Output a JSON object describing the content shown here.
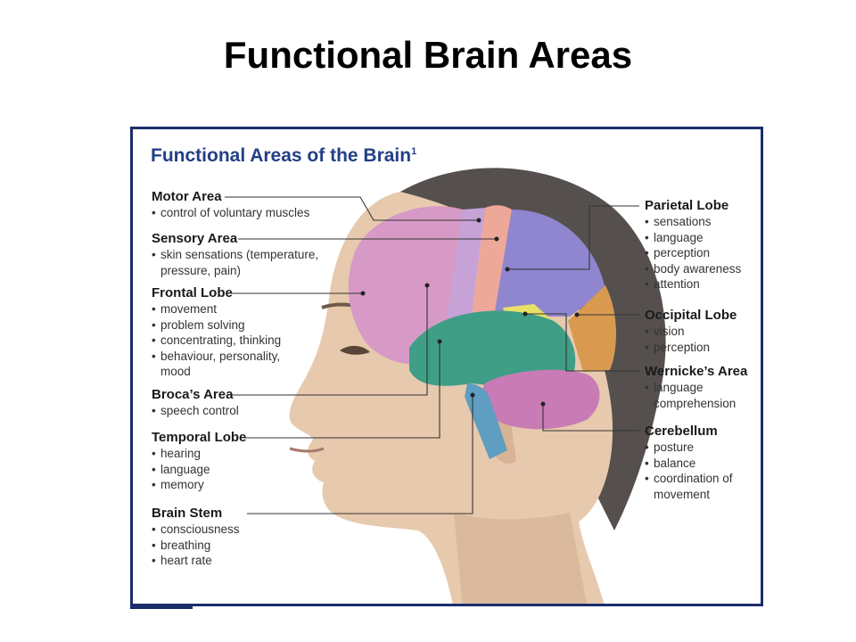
{
  "slide": {
    "title": "Functional Brain Areas"
  },
  "figure": {
    "title": "Functional Areas of the Brain",
    "title_superscript": "1",
    "left_labels": [
      {
        "name": "Motor Area",
        "items": [
          "control of voluntary muscles"
        ]
      },
      {
        "name": "Sensory Area",
        "items": [
          "skin sensations (temperature, pressure, pain)"
        ]
      },
      {
        "name": "Frontal Lobe",
        "items": [
          "movement",
          "problem solving",
          "concentrating, thinking",
          "behaviour, personality, mood"
        ]
      },
      {
        "name": "Broca’s Area",
        "items": [
          "speech control"
        ]
      },
      {
        "name": "Temporal Lobe",
        "items": [
          "hearing",
          "language",
          "memory"
        ]
      },
      {
        "name": "Brain Stem",
        "items": [
          "consciousness",
          "breathing",
          "heart rate"
        ]
      }
    ],
    "right_labels": [
      {
        "name": "Parietal Lobe",
        "items": [
          "sensations",
          "language",
          "perception",
          "body awareness",
          "attention"
        ]
      },
      {
        "name": "Occipital Lobe",
        "items": [
          "vision",
          "perception"
        ]
      },
      {
        "name": "Wernicke’s Area",
        "items": [
          "language comprehension"
        ]
      },
      {
        "name": "Cerebellum",
        "items": [
          "posture",
          "balance",
          "coordination of movement"
        ]
      }
    ],
    "colors": {
      "frame": "#1b2d6b",
      "title": "#233f86",
      "frontal_lobe": "#d79ac6",
      "motor_area": "#c6a2d7",
      "sensory_area": "#eea89a",
      "parietal_lobe": "#8f86cf",
      "occipital_lobe": "#d99a4f",
      "temporal_lobe": "#3f9e86",
      "wernickes_area": "#e8e067",
      "cerebellum": "#c97bb6",
      "brain_stem": "#5f9ec0",
      "skin": "#e7c9ae",
      "hair": "#55504d"
    }
  }
}
